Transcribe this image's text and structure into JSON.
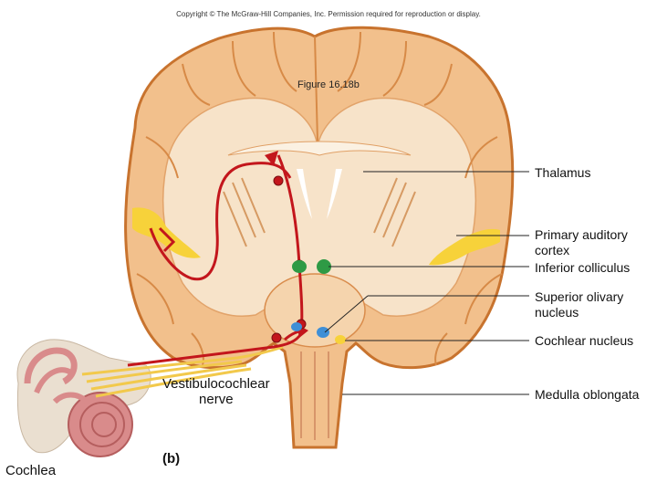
{
  "copyright": "Copyright © The McGraw-Hill Companies, Inc. Permission required for reproduction or display.",
  "figure_label": "Figure 16.18b",
  "panel_label": "(b)",
  "labels": {
    "thalamus": "Thalamus",
    "primary_auditory_line1": "Primary auditory",
    "primary_auditory_line2": "cortex",
    "inferior_colliculus": "Inferior colliculus",
    "superior_olivary_line1": "Superior olivary",
    "superior_olivary_line2": "nucleus",
    "cochlear_nucleus": "Cochlear nucleus",
    "medulla": "Medulla oblongata",
    "vestibulocochlear_line1": "Vestibulocochlear",
    "vestibulocochlear_line2": "nerve",
    "cochlea": "Cochlea"
  },
  "colors": {
    "brain_fill": "#f2c08c",
    "brain_outline": "#c8732e",
    "white_matter": "#f7e3c9",
    "auditory_cortex": "#f7d23a",
    "pathway": "#c3161c",
    "colliculus": "#2e9a45",
    "olivary": "#3f8fd6",
    "cochlea_fill": "#d98b8b",
    "leader_line": "#222222"
  }
}
